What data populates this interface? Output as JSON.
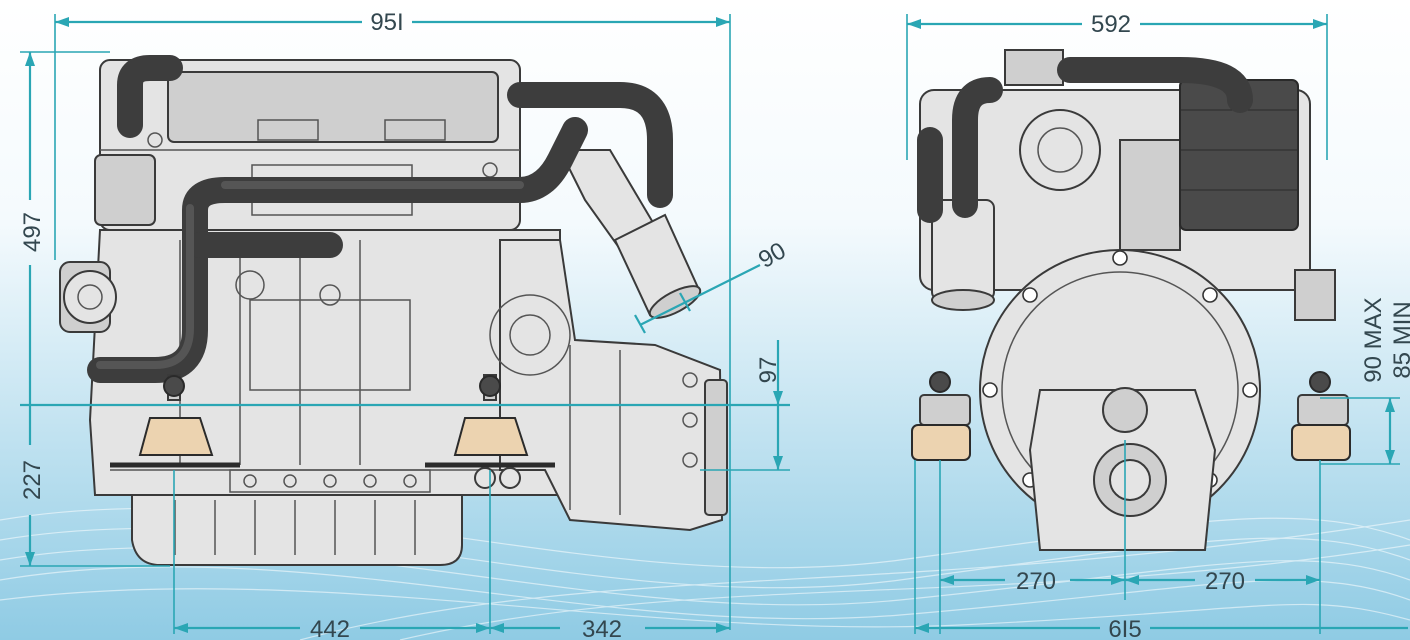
{
  "dimensions": {
    "side": {
      "overall_length": "95I",
      "overall_height": "497",
      "below_centerline": "227",
      "front_to_mount": "442",
      "mount_to_rear": "342",
      "above_centerline_gearbox": "97",
      "exhaust_angle": "90"
    },
    "rear": {
      "overall_width": "592",
      "mount_half_left": "270",
      "mount_half_right": "270",
      "mount_span": "6I5",
      "max_height": "90 MAX",
      "min_height": "85 MIN"
    }
  },
  "colors": {
    "dimension_line": "#2aa6b4",
    "dimension_text": "#33474f",
    "background_top": "#ffffff",
    "background_bottom": "#9fd4ea",
    "mount_pad": "#ecd3b0"
  },
  "icons": {
    "side_view": "engine-side-view",
    "rear_view": "engine-rear-view"
  }
}
